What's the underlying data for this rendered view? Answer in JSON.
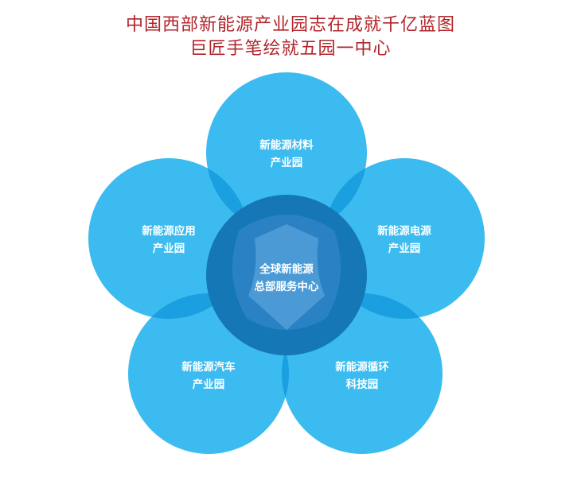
{
  "title": {
    "line1": "中国西部新能源产业园志在成就千亿蓝图",
    "line2": "巨匠手笔绘就五园一中心"
  },
  "petals": {
    "top": {
      "line1": "新能源材料",
      "line2": "产业园"
    },
    "left": {
      "line1": "新能源应用",
      "line2": "产业园"
    },
    "right": {
      "line1": "新能源电源",
      "line2": "产业园"
    },
    "bottom_left": {
      "line1": "新能源汽车",
      "line2": "产业园"
    },
    "bottom_right": {
      "line1": "新能源循环",
      "line2": "科技园"
    }
  },
  "center": {
    "line1": "全球新能源",
    "line2": "总部服务中心"
  },
  "colors": {
    "title": "#b2242a",
    "petal": "#3bbbef",
    "overlap": "#1a88cc",
    "center": "#1677b6",
    "center_core": "#4b9ad6"
  }
}
